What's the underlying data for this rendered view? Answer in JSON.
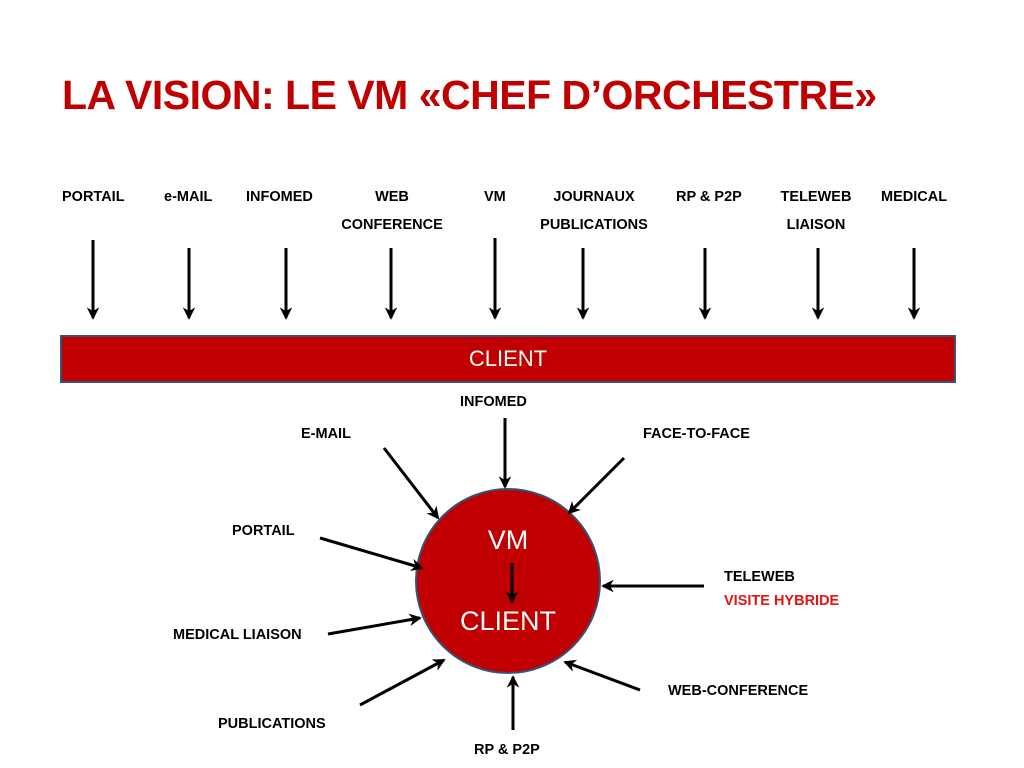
{
  "title": "LA VISION: LE VM «CHEF D’ORCHESTRE»",
  "top_channels": [
    {
      "line1": "PORTAIL",
      "line2": ""
    },
    {
      "line1": "e-MAIL",
      "line2": ""
    },
    {
      "line1": "INFOMED",
      "line2": ""
    },
    {
      "line1": "WEB",
      "line2": "CONFERENCE"
    },
    {
      "line1": "VM",
      "line2": ""
    },
    {
      "line1": "JOURNAUX",
      "line2": "PUBLICATIONS"
    },
    {
      "line1": "RP & P2P",
      "line2": ""
    },
    {
      "line1": "TELEWEB",
      "line2": "LIAISON"
    },
    {
      "line1": "MEDICAL",
      "line2": ""
    }
  ],
  "client_bar": "CLIENT",
  "circle": {
    "top": "VM",
    "bottom": "CLIENT"
  },
  "radial_channels": {
    "infomed": "INFOMED",
    "email": "E-MAIL",
    "face_to_face": "FACE-TO-FACE",
    "portail": "PORTAIL",
    "teleweb": "TELEWEB",
    "visite_hybride": "VISITE HYBRIDE",
    "medical_liaison": "MEDICAL LIAISON",
    "web_conference": "WEB-CONFERENCE",
    "publications": "PUBLICATIONS",
    "rp_p2p": "RP & P2P"
  },
  "colors": {
    "accent_red": "#c00000",
    "highlight_red": "#e31414",
    "border_blue": "#34537a"
  }
}
